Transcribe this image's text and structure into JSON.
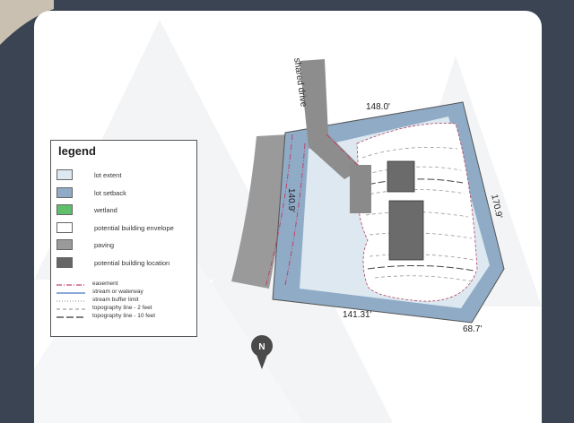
{
  "legend": {
    "title": "legend",
    "items": [
      {
        "label": "lot extent",
        "color": "#dde8f0"
      },
      {
        "label": "lot setback",
        "color": "#8fabc6"
      },
      {
        "label": "wetland",
        "color": "#5fbf6a"
      },
      {
        "label": "potential building envelope",
        "color": "#ffffff"
      },
      {
        "label": "paving",
        "color": "#9a9a9a"
      },
      {
        "label": "potential building location",
        "color": "#666666"
      }
    ],
    "lines": [
      {
        "label": "easement",
        "color": "#c0436a",
        "style": "dash-dot"
      },
      {
        "label": "stream or waterway",
        "color": "#4a74c9",
        "style": "solid"
      },
      {
        "label": "stream buffer limit",
        "color": "#888888",
        "style": "dotted"
      },
      {
        "label": "topography line - 2 feet",
        "color": "#888888",
        "style": "dashed"
      },
      {
        "label": "topography line - 10 feet",
        "color": "#333333",
        "style": "long-dash"
      }
    ]
  },
  "dimensions": {
    "top": "148.0'",
    "right": "170.9'",
    "left": "140.9'",
    "bottom": "141.31'",
    "bottom_right": "68.7'"
  },
  "drive_label": "shared drive",
  "north_label": "N",
  "colors": {
    "background": "#3a4452",
    "paper": "#ffffff",
    "lot_setback": "#8fabc6",
    "lot_extent": "#dde8f0",
    "paving": "#9a9a9a",
    "building": "#6b6b6b"
  }
}
